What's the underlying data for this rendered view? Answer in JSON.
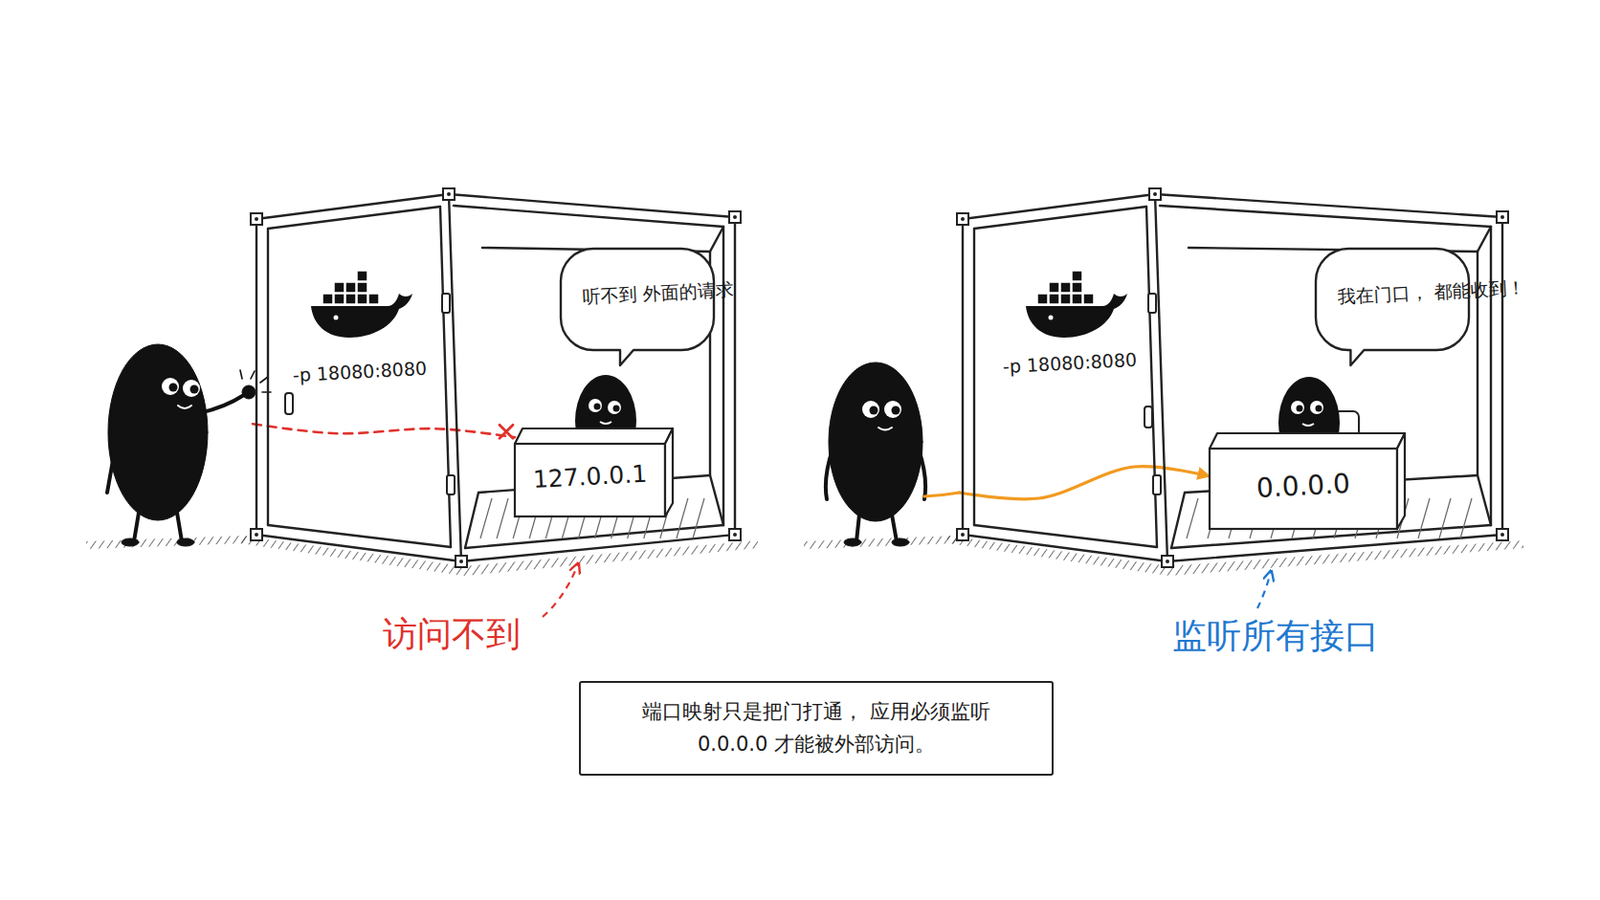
{
  "diagram": {
    "caption": "端口映射只是把门打通， 应用必须监听 0.0.0.0 才能被外部访问。",
    "nodes": [
      {
        "text": [
          "-p 18080:8080"
        ]
      },
      {
        "text": [
          "听不到 外面的请求"
        ],
        "in": 0
      },
      {
        "text": [
          "127.0.0.1"
        ],
        "in": 0
      },
      {
        "text": [
          "-p 18080:8080"
        ]
      },
      {
        "text": [
          "我在门口， 都能收到！"
        ],
        "in": 3
      },
      {
        "text": [
          "0.0.0.0"
        ],
        "in": 3
      }
    ],
    "edges": [
      {
        "from": 0,
        "to": 2,
        "arrow": "none"
      },
      {
        "from": 3,
        "to": 5,
        "arrow": "to"
      }
    ],
    "labels": [
      "访问不到",
      "监听所有接口"
    ]
  }
}
